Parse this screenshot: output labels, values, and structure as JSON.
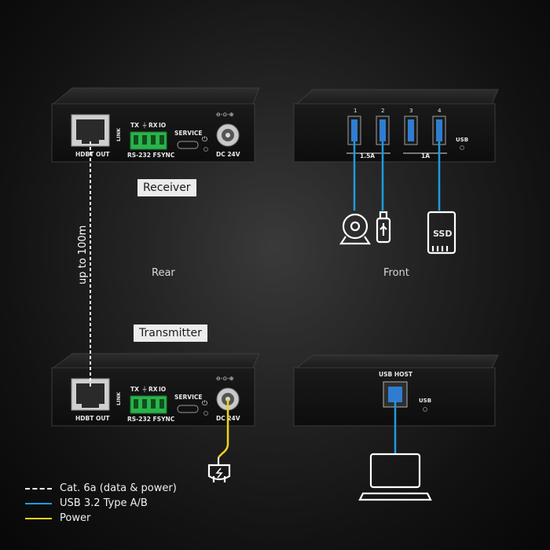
{
  "labels": {
    "receiver": "Receiver",
    "transmitter": "Transmitter",
    "rear": "Rear",
    "front": "Front",
    "distance": "up to 100m"
  },
  "panel": {
    "hdbt_out": "HDBT OUT",
    "link": "LINK",
    "tx": "TX",
    "gnd": "⏚",
    "rx": "RX",
    "io": "IO",
    "rs232_fsync": "RS-232 FSYNC",
    "service": "SERVICE",
    "power_symbol": "⏻",
    "dc": "DC 24V",
    "usb": "USB",
    "usb_host": "USB HOST",
    "port_numbers": [
      "1",
      "2",
      "3",
      "4"
    ],
    "current_1": "1.5A",
    "current_2": "1A"
  },
  "devices": {
    "ssd": "SSD"
  },
  "legend": [
    {
      "label": "Cat. 6a (data & power)",
      "color": "#ffffff",
      "style": "dashed"
    },
    {
      "label": "USB 3.2 Type A/B",
      "color": "#1e9be0",
      "style": "solid"
    },
    {
      "label": "Power",
      "color": "#f2d21a",
      "style": "solid"
    }
  ]
}
